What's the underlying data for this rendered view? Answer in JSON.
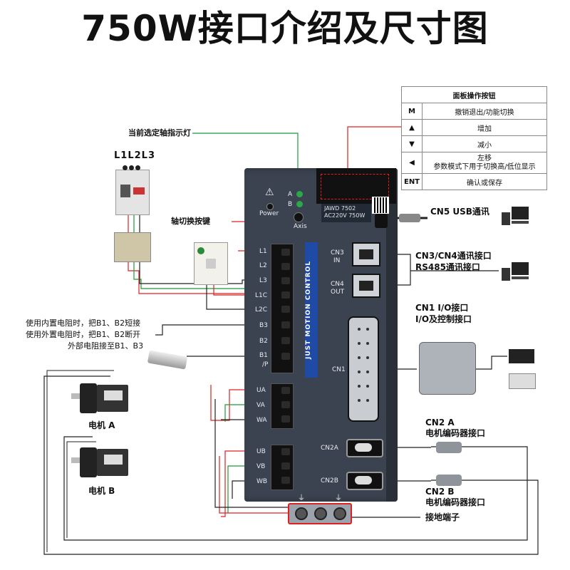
{
  "title": "750W接口介绍及尺寸图",
  "panel_table": {
    "header": "面板操作按钮",
    "rows": [
      {
        "key": "M",
        "desc": "撤销退出/功能切换"
      },
      {
        "key": "▲",
        "desc": "增加"
      },
      {
        "key": "▼",
        "desc": "减小"
      },
      {
        "key": "◀",
        "desc": "左移\n参数模式下用于切换高/低位显示"
      },
      {
        "key": "ENT",
        "desc": "确认或保存"
      }
    ]
  },
  "labels": {
    "axis_indicator": "当前选定轴指示灯",
    "axis_switch_button": "轴切换按键",
    "power_input": "L1L2L3",
    "brake_resistor_note": [
      "使用内置电阻时，把B1、B2短接",
      "使用外置电阻时，把B1、B2断开",
      "外部电阻接至B1、B3"
    ],
    "motor_a": "电机 A",
    "motor_b": "电机 B",
    "cn5": "CN5 USB通讯",
    "cn3_cn4": [
      "CN3/CN4通讯接口",
      "RS485通讯接口"
    ],
    "cn1": [
      "CN1 I/O接口",
      "I/O及控制接口"
    ],
    "cn2a": [
      "CN2 A",
      "电机编码器接口"
    ],
    "cn2b": [
      "CN2 B",
      "电机编码器接口"
    ],
    "ground": "接地端子"
  },
  "drive": {
    "power_label": "Power",
    "indicator_a": "A",
    "indicator_b": "B",
    "axis_button": "Axis",
    "model": "JAWD 7502",
    "rating": "AC220V 750W",
    "brand": "JUST MOTION CONTROL",
    "terminals_power": [
      "L1",
      "L2",
      "L3",
      "L1C",
      "L2C",
      "B3",
      "B2",
      "B1",
      "/P"
    ],
    "terminals_motor_a": [
      "UA",
      "VA",
      "WA"
    ],
    "terminals_motor_b": [
      "UB",
      "VB",
      "WB"
    ],
    "port_cn3": [
      "CN3",
      "IN"
    ],
    "port_cn4": [
      "CN4",
      "OUT"
    ],
    "port_cn1": "CN1",
    "port_cn2a": "CN2A",
    "port_cn2b": "CN2B"
  },
  "colors": {
    "wire_red": "#e02020",
    "wire_green": "#1a9a3a",
    "wire_black": "#222222",
    "drive_body": "#3c4350",
    "brand_strip": "#1f4aa6"
  }
}
